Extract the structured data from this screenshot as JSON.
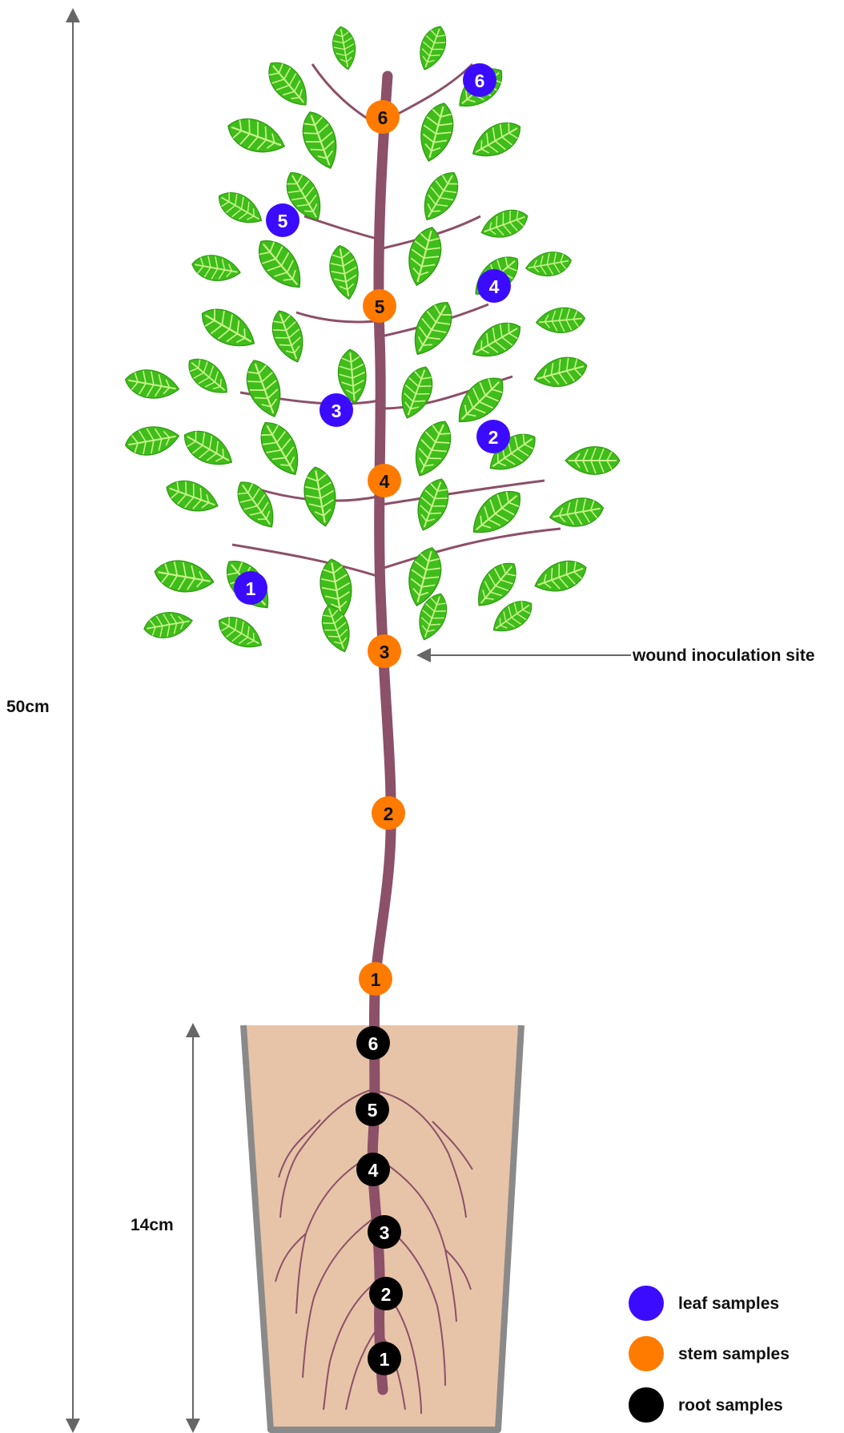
{
  "dimensions": {
    "total_height": "50cm",
    "pot_depth": "14cm"
  },
  "annotation": {
    "wound_site": "wound inoculation site"
  },
  "legend": [
    {
      "key": "leaf",
      "label": "leaf samples",
      "color": "#3b0bff"
    },
    {
      "key": "stem",
      "label": "stem samples",
      "color": "#ff7b00"
    },
    {
      "key": "root",
      "label": "root samples",
      "color": "#000000"
    }
  ],
  "samples": {
    "leaf": [
      "1",
      "2",
      "3",
      "4",
      "5",
      "6"
    ],
    "stem": [
      "1",
      "2",
      "3",
      "4",
      "5",
      "6"
    ],
    "root": [
      "1",
      "2",
      "3",
      "4",
      "5",
      "6"
    ]
  },
  "colors": {
    "stem": "#8c5068",
    "leaf_fill": "#3fbd1b",
    "leaf_vein": "#c9f28a",
    "pot_fill": "#e7c4a8",
    "pot_rim": "#8a8a8a",
    "arrow": "#666666"
  }
}
